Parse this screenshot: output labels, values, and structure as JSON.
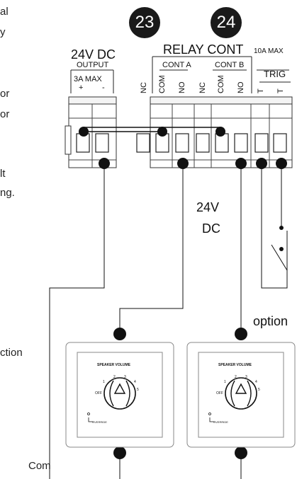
{
  "side_text": {
    "l1": "al",
    "l2": "y",
    "l3": "or",
    "l4": "or",
    "l5": "lt",
    "l6": "ng.",
    "l7": "ction",
    "l8": "Com"
  },
  "badges": {
    "b1": "23",
    "b2": "24"
  },
  "header": {
    "output_title": "24V DC",
    "output_sub": "OUTPUT",
    "output_max": "3A MAX",
    "output_plus": "+",
    "output_minus": "-",
    "relay_title": "RELAY CONT",
    "relay_max": "10A MAX",
    "cont_a": "CONT A",
    "cont_b": "CONT B",
    "trig": "TRIG"
  },
  "terminals": {
    "nc_a": "NC",
    "com_a": "COM",
    "no_a": "NO",
    "nc_b": "NC",
    "com_b": "COM",
    "no_b": "NO",
    "t1": "T",
    "t2": "T"
  },
  "labels": {
    "dc_line1": "24V",
    "dc_line2": "DC",
    "option": "option"
  },
  "controls": [
    {
      "title": "SPEAKER VOLUME",
      "off": "OFF",
      "n1": "1",
      "n2": "2",
      "n3": "3",
      "n4": "4",
      "n5": "5",
      "override": "OVERRIDE"
    },
    {
      "title": "SPEAKER VOLUME",
      "off": "OFF",
      "n1": "1",
      "n2": "2",
      "n3": "3",
      "n4": "4",
      "n5": "5",
      "override": "OVERRIDE"
    }
  ]
}
